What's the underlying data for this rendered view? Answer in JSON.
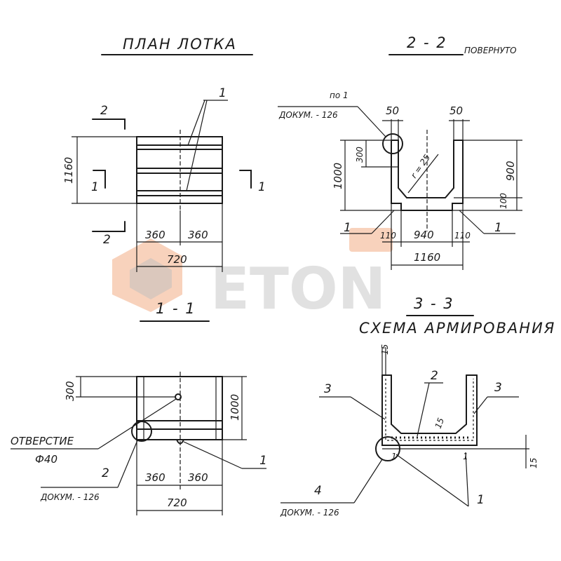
{
  "titles": {
    "plan": "ПЛАН ЛОТКА",
    "section22": "2 - 2",
    "rotated": "ПОВЕРНУТО",
    "section11": "1 - 1",
    "section33": "3 - 3",
    "scheme": "СХЕМА АРМИРОВАНИЯ"
  },
  "plan": {
    "dim_1160": "1160",
    "dim_360a": "360",
    "dim_360b": "360",
    "dim_720": "720",
    "cut2_top": "2",
    "cut2_bottom": "2",
    "cut1_left": "1",
    "cut1_right": "1",
    "callout": "1"
  },
  "sec22": {
    "ref_line1": "по 1",
    "ref_line2": "ДОКУМ. - 126",
    "dim_50a": "50",
    "dim_50b": "50",
    "dim_300": "300",
    "dim_1000": "1000",
    "dim_900": "900",
    "dim_100": "100",
    "radius": "r = 25",
    "dim_110a": "110",
    "dim_940": "940",
    "dim_110b": "110",
    "dim_1160": "1160",
    "label_left": "1",
    "label_right": "1"
  },
  "sec11": {
    "dim_300": "300",
    "dim_1000": "1000",
    "hole_line1": "ОТВЕРСТИЕ",
    "hole_line2": "Ф40",
    "ref_num": "2",
    "ref_doc": "ДОКУМ. - 126",
    "dim_360a": "360",
    "dim_360b": "360",
    "dim_720": "720",
    "label_1": "1"
  },
  "sec33": {
    "dim_15top": "15",
    "dim_15right": "15",
    "label_3a": "3",
    "label_3b": "3",
    "label_2": "2",
    "label_15in": "15",
    "label_4": "4",
    "ref_doc": "ДОКУМ. - 126",
    "label_1": "1",
    "mark_1a": "1",
    "mark_1b": "1"
  },
  "watermark": {
    "text": "ETON"
  }
}
